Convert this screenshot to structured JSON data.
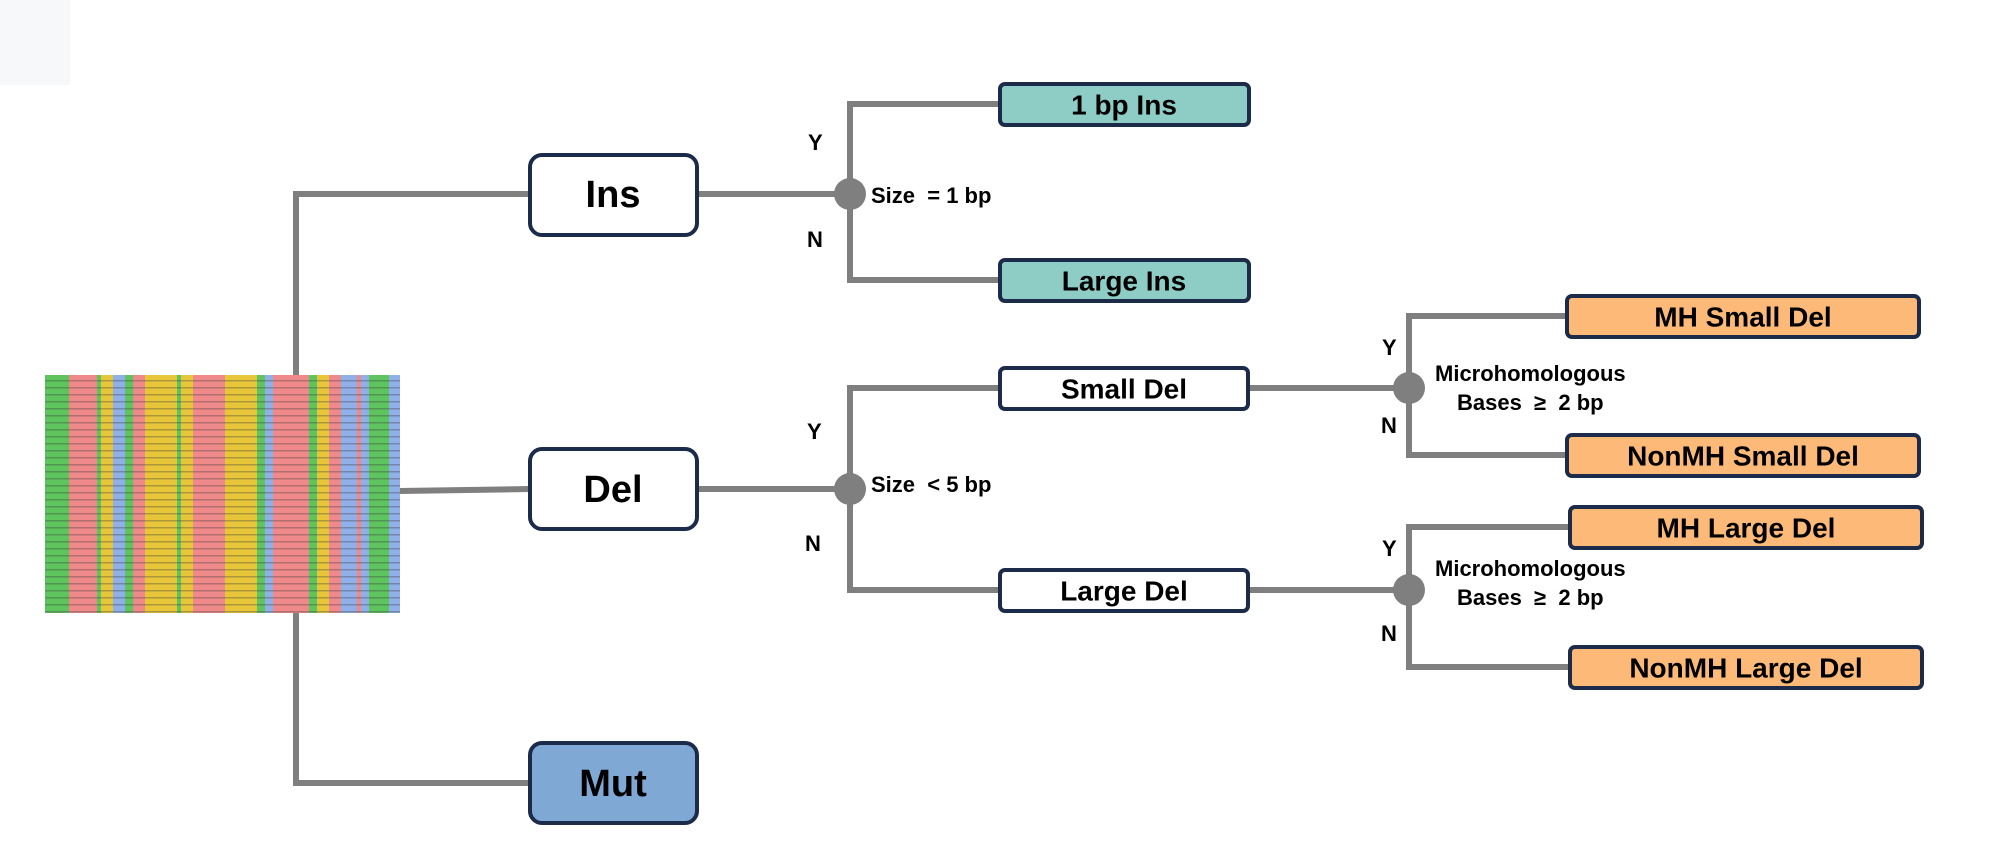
{
  "colors": {
    "connector": "#7f7f7f",
    "node_border": "#1c2b4a",
    "ins_leaf_fill": "#8ecdc5",
    "del_leaf_fill": "#fdb977",
    "mut_fill": "#7fa8d4",
    "white_fill": "#ffffff"
  },
  "alignment": {
    "image": "sequence-alignment-thumbnail",
    "base_colors": [
      "#5ec45e",
      "#e8c63a",
      "#f08a8a",
      "#8fb0e8"
    ]
  },
  "categories": {
    "ins": "Ins",
    "del": "Del",
    "mut": "Mut"
  },
  "ins_split": {
    "condition": "Size  = 1 bp",
    "yes_label": "Y",
    "no_label": "N",
    "yes_node": "1 bp Ins",
    "no_node": "Large Ins"
  },
  "del_split": {
    "condition": "Size  < 5 bp",
    "yes_label": "Y",
    "no_label": "N",
    "yes_node": "Small Del",
    "no_node": "Large Del"
  },
  "small_del_split": {
    "condition_line1": "Microhomologous",
    "condition_line2": "Bases  ≥  2 bp",
    "yes_label": "Y",
    "no_label": "N",
    "yes_node": "MH Small Del",
    "no_node": "NonMH Small Del"
  },
  "large_del_split": {
    "condition_line1": "Microhomologous",
    "condition_line2": "Bases  ≥  2 bp",
    "yes_label": "Y",
    "no_label": "N",
    "yes_node": "MH Large Del",
    "no_node": "NonMH Large Del"
  }
}
